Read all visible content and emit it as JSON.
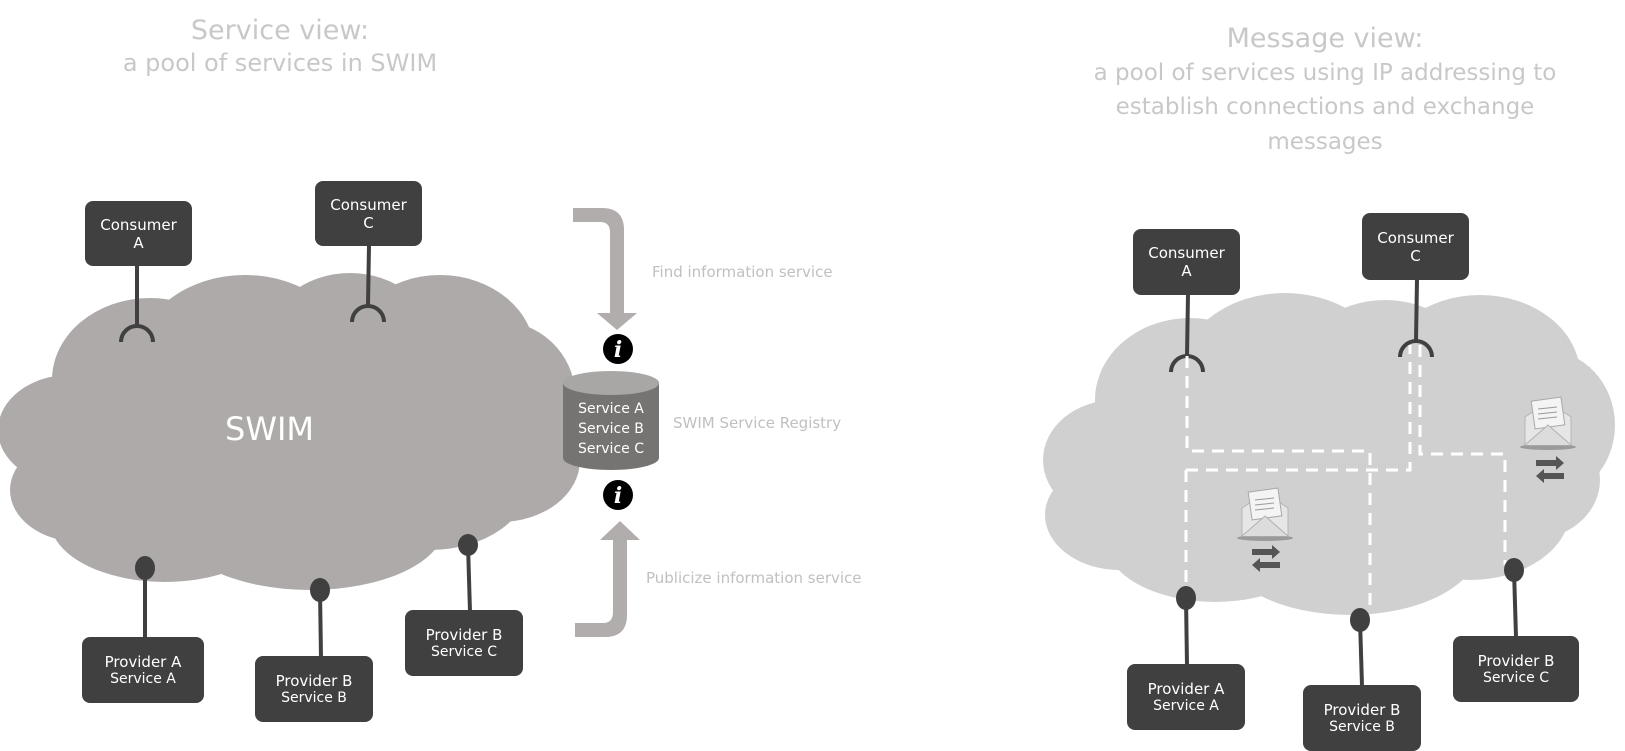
{
  "service_view": {
    "title": "Service view:",
    "subtitle": "a pool of services in SWIM",
    "cloud_label": "SWIM",
    "consumers": [
      {
        "name": "Consumer",
        "id": "A"
      },
      {
        "name": "Consumer",
        "id": "C"
      }
    ],
    "providers": [
      {
        "name": "Provider A",
        "service": "Service A"
      },
      {
        "name": "Provider B",
        "service": "Service B"
      },
      {
        "name": "Provider B",
        "service": "Service C"
      }
    ],
    "registry": {
      "label": "SWIM Service Registry",
      "entries": [
        "Service A",
        "Service B",
        "Service C"
      ],
      "info_icon": "i"
    },
    "find_label": "Find information service",
    "publicize_label": "Publicize information service"
  },
  "message_view": {
    "title": "Message view:",
    "subtitle_lines": [
      "a pool of services using IP addressing to",
      "establish connections and exchange",
      "messages"
    ],
    "consumers": [
      {
        "name": "Consumer",
        "id": "A"
      },
      {
        "name": "Consumer",
        "id": "C"
      }
    ],
    "providers": [
      {
        "name": "Provider A",
        "service": "Service A"
      },
      {
        "name": "Provider B",
        "service": "Service B"
      },
      {
        "name": "Provider B",
        "service": "Service C"
      }
    ]
  },
  "colors": {
    "box": "#404040",
    "cloud_left": "#adaaa9",
    "cloud_right": "#d1d0d1",
    "registry": "#767473",
    "arrow": "#b0adac",
    "title_text": "#c8c8c8"
  }
}
